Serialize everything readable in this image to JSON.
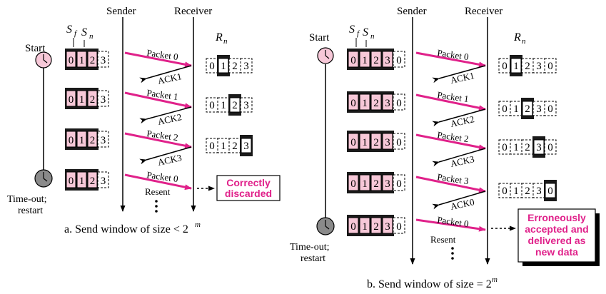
{
  "common": {
    "sender": "Sender",
    "receiver": "Receiver",
    "start": "Start",
    "timeout_line1": "Time-out;",
    "timeout_line2": "restart",
    "sf": "S",
    "sf_sub": "f",
    "sn": "S",
    "sn_sub": "n",
    "rn": "R",
    "rn_sub": "n",
    "resent": "Resent"
  },
  "panel_a": {
    "caption_text": "a. Send window of size < 2",
    "caption_exp": "m",
    "sender_windows": [
      {
        "cells": [
          "0",
          "1",
          "2",
          "3"
        ]
      },
      {
        "cells": [
          "0",
          "1",
          "2",
          "3"
        ]
      },
      {
        "cells": [
          "0",
          "1",
          "2",
          "3"
        ]
      },
      {
        "cells": [
          "0",
          "1",
          "2",
          "3"
        ]
      }
    ],
    "receiver_windows": [
      {
        "cells": [
          "0",
          "1",
          "2",
          "3"
        ],
        "rn_index": 1
      },
      {
        "cells": [
          "0",
          "1",
          "2",
          "3"
        ],
        "rn_index": 2
      },
      {
        "cells": [
          "0",
          "1",
          "2",
          "3"
        ],
        "rn_index": 3
      }
    ],
    "packets": [
      "Packet 0",
      "Packet 1",
      "Packet 2",
      "Packet 0"
    ],
    "acks": [
      "ACK1",
      "ACK2",
      "ACK3"
    ],
    "result_line1": "Correctly",
    "result_line2": "discarded"
  },
  "panel_b": {
    "caption_text": "b. Send window of size = 2",
    "caption_exp": "m",
    "sender_windows": [
      {
        "cells": [
          "0",
          "1",
          "2",
          "3",
          "0"
        ]
      },
      {
        "cells": [
          "0",
          "1",
          "2",
          "3",
          "0"
        ]
      },
      {
        "cells": [
          "0",
          "1",
          "2",
          "3",
          "0"
        ]
      },
      {
        "cells": [
          "0",
          "1",
          "2",
          "3",
          "0"
        ]
      },
      {
        "cells": [
          "0",
          "1",
          "2",
          "3",
          "0"
        ]
      }
    ],
    "receiver_windows": [
      {
        "cells": [
          "0",
          "1",
          "2",
          "3",
          "0"
        ],
        "rn_index": 1
      },
      {
        "cells": [
          "0",
          "1",
          "2",
          "3",
          "0"
        ],
        "rn_index": 2
      },
      {
        "cells": [
          "0",
          "1",
          "2",
          "3",
          "0"
        ],
        "rn_index": 3
      },
      {
        "cells": [
          "0",
          "1",
          "2",
          "3",
          "0"
        ],
        "rn_index": 4
      }
    ],
    "packets": [
      "Packet 0",
      "Packet 1",
      "Packet 2",
      "Packet 3",
      "Packet 0"
    ],
    "acks": [
      "ACK1",
      "ACK2",
      "ACK3",
      "ACK0"
    ],
    "result_lines": [
      "Erroneously",
      "accepted and",
      "delivered as",
      "new data"
    ]
  },
  "colors": {
    "pink": "#e0218a",
    "window_fill": "#f7c8d8",
    "dark": "#1a1a1a",
    "clock_a": "#f7c8d8",
    "clock_b": "#8a8a8a"
  }
}
